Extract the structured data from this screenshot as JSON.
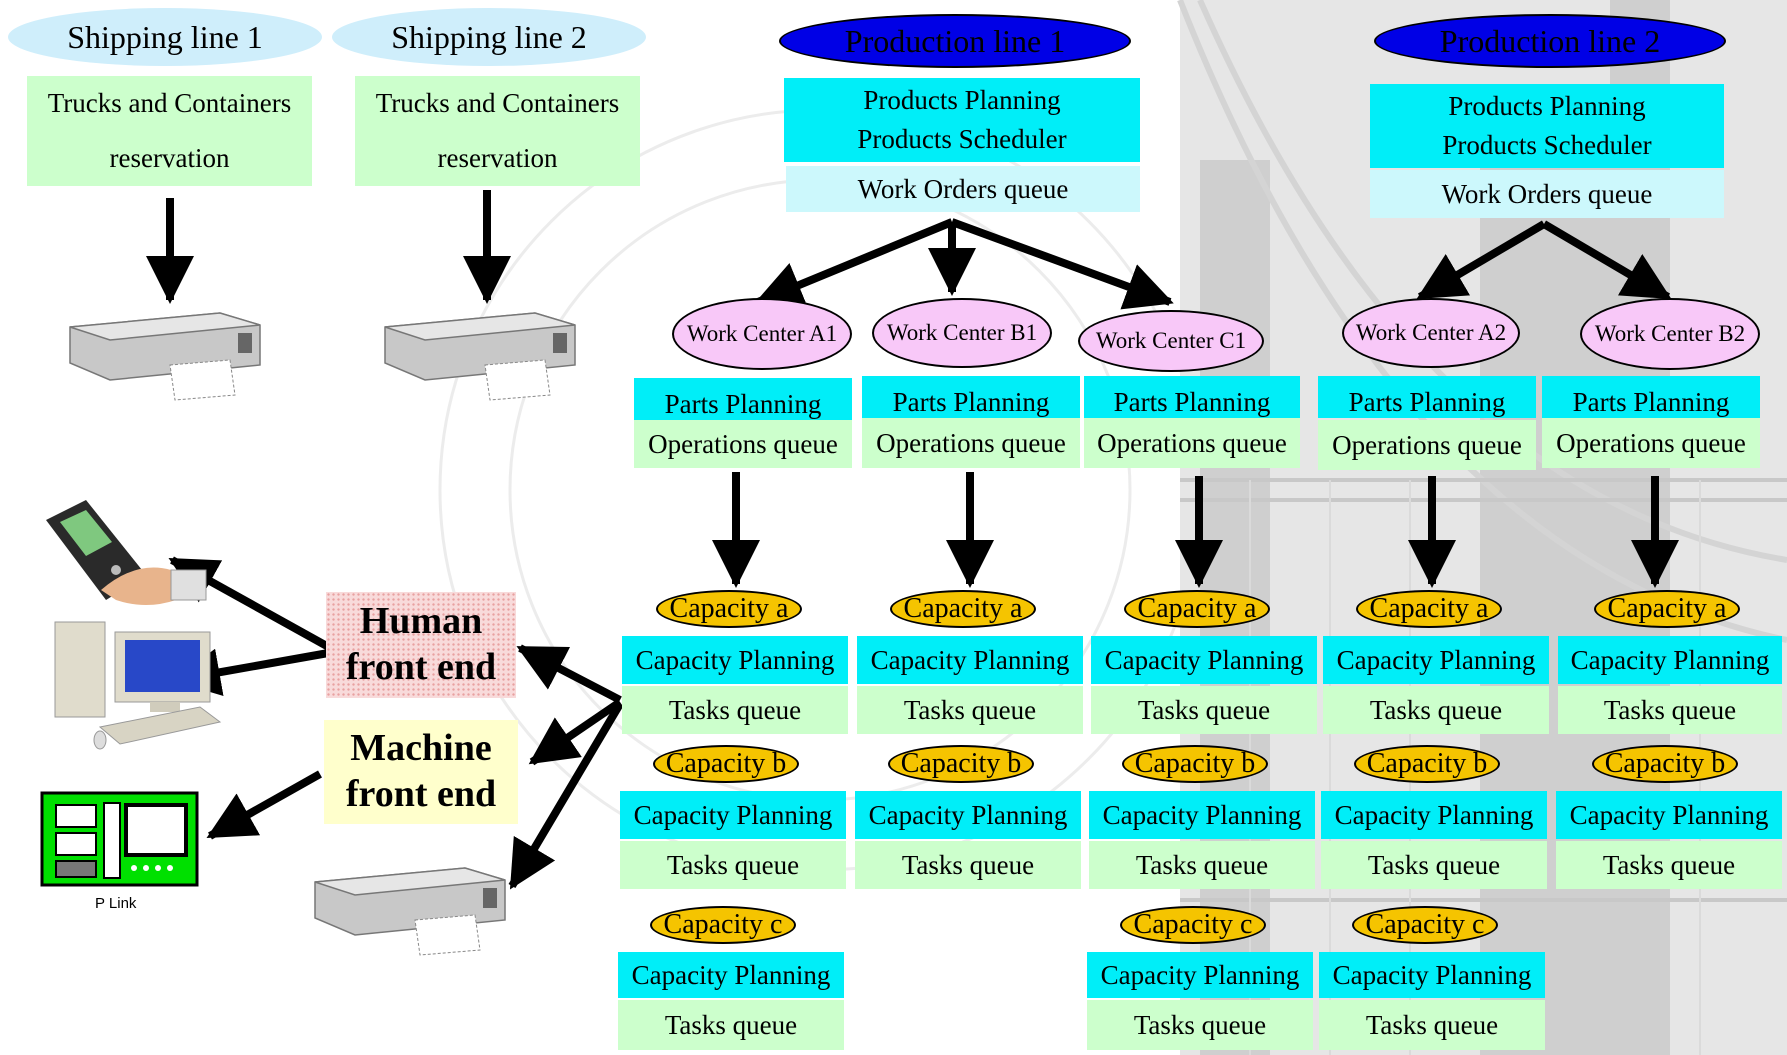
{
  "shipping": [
    {
      "title": "Shipping line 1",
      "line1": "Trucks and Containers",
      "line2": "reservation"
    },
    {
      "title": "Shipping line 2",
      "line1": "Trucks and Containers",
      "line2": "reservation"
    }
  ],
  "production": [
    {
      "title": "Production line 1",
      "planning": "Products Planning",
      "scheduler": "Products Scheduler",
      "queue": "Work Orders queue"
    },
    {
      "title": "Production line 2",
      "planning": "Products Planning",
      "scheduler": "Products Scheduler",
      "queue": "Work Orders queue"
    }
  ],
  "work_centers": [
    {
      "name": "Work Center A1",
      "planning": "Parts Planning",
      "queue": "Operations queue"
    },
    {
      "name": "Work Center B1",
      "planning": "Parts Planning",
      "queue": "Operations queue"
    },
    {
      "name": "Work Center C1",
      "planning": "Parts Planning",
      "queue": "Operations queue"
    },
    {
      "name": "Work Center A2",
      "planning": "Parts Planning",
      "queue": "Operations queue"
    },
    {
      "name": "Work Center B2",
      "planning": "Parts Planning",
      "queue": "Operations queue"
    }
  ],
  "capacities": {
    "a": "Capacity a",
    "b": "Capacity b",
    "c": "Capacity c",
    "planning": "Capacity Planning",
    "queue": "Tasks queue"
  },
  "front_ends": {
    "human_1": "Human",
    "human_2": "front end",
    "machine_1": "Machine",
    "machine_2": "front end"
  },
  "plink_label": "P Link",
  "icons": {
    "printer": "printer-icon",
    "handheld": "handheld-scanner-icon",
    "computer": "desktop-computer-icon",
    "plc": "plc-board-icon",
    "background": "suspension-bridge-watermark"
  },
  "colors": {
    "shipping": "#cfeefb",
    "production": "#0000e6",
    "work_center": "#f8c8f8",
    "capacity": "#f5c400",
    "green_box": "#ccffcc",
    "cyan_box": "#00eef8",
    "light_cyan_box": "#ccf8fc",
    "human_front_end": "#f8dada",
    "machine_front_end": "#ffffcc",
    "plc_green": "#00e000"
  }
}
